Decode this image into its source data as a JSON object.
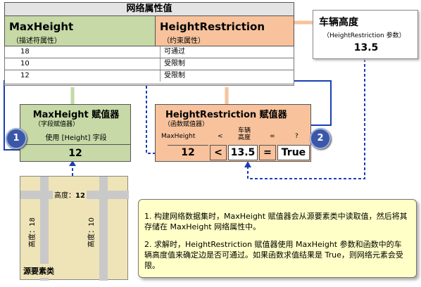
{
  "table": {
    "title": "网络属性值",
    "col1_header": "MaxHeight",
    "col1_sub": "（描述符属性）",
    "col2_header": "HeightRestriction",
    "col2_sub": "（约束属性）",
    "rows": [
      {
        "c1": "18",
        "c2": "可通过"
      },
      {
        "c1": "10",
        "c2": "受限制"
      },
      {
        "c1": "12",
        "c2": "受限制"
      }
    ]
  },
  "callout": {
    "title": "车辆高度",
    "sub": "（HeightRestriction 参数）",
    "value": "13.5"
  },
  "field_evaluator": {
    "title": "MaxHeight 赋值器",
    "sub": "（字段赋值器）",
    "desc": "使用 [Height] 字段",
    "value": "12",
    "badge": "1"
  },
  "function_evaluator": {
    "title": "HeightRestriction 赋值器",
    "sub": "（函数赋值器）",
    "labels": [
      "MaxHeight",
      "<",
      "车辆\n高度",
      "=",
      "?"
    ],
    "values": [
      "12",
      "<",
      "13.5",
      "=",
      "True"
    ],
    "badge": "2"
  },
  "map": {
    "top_label_prefix": "高度：",
    "top_label_value": "12",
    "left_label": "高度：18",
    "right_label": "高度：10",
    "caption": "源要素类"
  },
  "note": {
    "p1": "1. 构建网络数据集时，MaxHeight 赋值器会从源要素类中读取值，然后将其存储在 MaxHeight 网络属性中。",
    "p2": "2. 求解时，HeightRestriction 赋值器使用 MaxHeight 参数和函数中的车辆高度值来确定边是否可通过。如果函数求值结果是 True，则网络元素会受限。"
  },
  "colors": {
    "green": "#c6d9a6",
    "orange": "#f7c29c",
    "accent": "#3a57a8"
  }
}
